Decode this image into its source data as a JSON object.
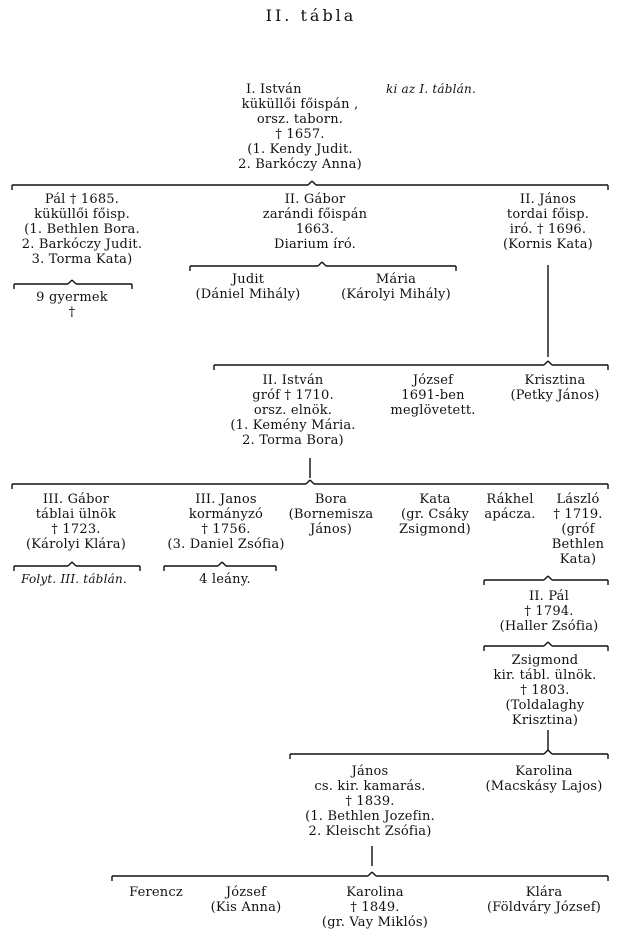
{
  "title": "II. tábla",
  "people": {
    "istvan_i": "I. István",
    "istvan_i_note": "ki az I. táblán.",
    "istvan_i_info": "küküllői főispán ,\norsz. taborn.\n† 1657.\n(1. Kendy Judit.\n2. Barkóczy Anna)",
    "pal_i": "Pál † 1685.\nküküllői főisp.\n(1. Bethlen Bora.\n2. Barkóczy Judit.\n3. Torma Kata)",
    "pal_i_children": "9 gyermek\n†",
    "gabor_ii": "II. Gábor\nzarándi főispán\n1663.\nDiarium író.",
    "judit": "Judit\n(Dániel Mihály)",
    "maria": "Mária\n(Károlyi Mihály)",
    "janos_ii": "II. János\ntordai főisp.\niró. † 1696.\n(Kornis Kata)",
    "istvan_ii": "II. István\ngróf † 1710.\norsz. elnök.\n(1. Kemény Mária.\n2. Torma Bora)",
    "jozsef_1": "József\n1691-ben\nmeglövetett.",
    "krisztina": "Krisztina\n(Petky János)",
    "gabor_iii": "III. Gábor\ntáblai ülnök\n† 1723.\n(Károlyi Klára)",
    "gabor_iii_note": "Folyt. III. táblán.",
    "janos_iii": "III. Janos\nkormányzó\n† 1756.\n(3. Daniel Zsófia)",
    "janos_iii_children": "4 leány.",
    "bora": "Bora\n(Bornemisza\nJános)",
    "kata": "Kata\n(gr. Csáky\nZsigmond)",
    "rakhel": "Rákhel\napácza.",
    "laszlo": "László\n† 1719.\n(gróf\nBethlen\nKata)",
    "pal_ii": "II. Pál\n† 1794.\n(Haller Zsófia)",
    "zsigmond": "Zsigmond\nkir. tábl. ülnök.\n† 1803.\n(Toldalaghy\nKrisztina)",
    "janos_cs": "János\ncs. kir. kamarás.\n† 1839.\n(1. Bethlen Jozefin.\n2. Kleischt Zsófia)",
    "karolina_1": "Karolina\n(Macskásy Lajos)",
    "ferencz": "Ferencz",
    "jozsef_2": "József\n(Kis Anna)",
    "karolina_2": "Karolina\n† 1849.\n(gr. Vay Miklós)",
    "klara": "Klára\n(Földváry József)"
  }
}
